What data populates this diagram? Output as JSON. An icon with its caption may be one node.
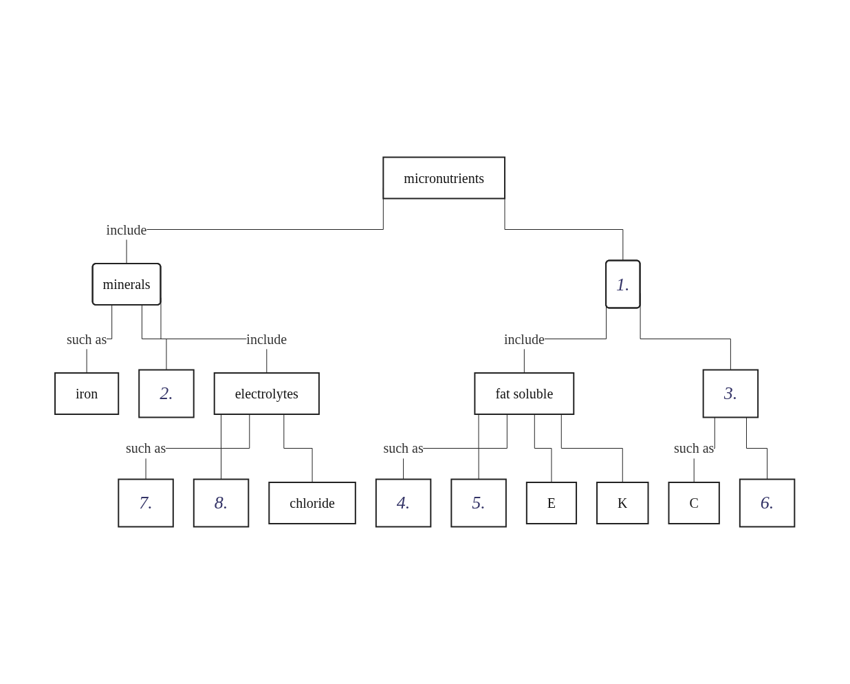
{
  "diagram": {
    "nodes": [
      {
        "text": [
          "micronutrients"
        ]
      },
      {
        "text": [
          "minerals"
        ]
      },
      {
        "text": [
          "1."
        ]
      },
      {
        "text": [
          "iron"
        ]
      },
      {
        "text": [
          "2."
        ]
      },
      {
        "text": [
          "fat soluble"
        ]
      },
      {
        "text": [
          "3."
        ]
      },
      {
        "text": [
          "electrolytes"
        ]
      },
      {
        "text": [
          "4."
        ]
      },
      {
        "text": [
          "5."
        ]
      },
      {
        "text": [
          "E"
        ]
      },
      {
        "text": [
          "K"
        ]
      },
      {
        "text": [
          "C"
        ]
      },
      {
        "text": [
          "6."
        ]
      },
      {
        "text": [
          "7."
        ]
      },
      {
        "text": [
          "8."
        ]
      },
      {
        "text": [
          "chloride"
        ]
      }
    ],
    "edges": [
      {
        "from": 0,
        "to": 1,
        "arrow": "none",
        "label": "include"
      },
      {
        "from": 0,
        "to": 2,
        "arrow": "none"
      },
      {
        "from": 1,
        "to": 3,
        "arrow": "none",
        "label": "such as"
      },
      {
        "from": 1,
        "to": 4,
        "arrow": "none"
      },
      {
        "from": 1,
        "to": 7,
        "arrow": "none",
        "label": "include"
      },
      {
        "from": 2,
        "to": 5,
        "arrow": "none",
        "label": "include"
      },
      {
        "from": 2,
        "to": 6,
        "arrow": "none"
      },
      {
        "from": 5,
        "to": 8,
        "arrow": "none",
        "label": "such as"
      },
      {
        "from": 5,
        "to": 9,
        "arrow": "none"
      },
      {
        "from": 5,
        "to": 10,
        "arrow": "none"
      },
      {
        "from": 5,
        "to": 11,
        "arrow": "none"
      },
      {
        "from": 6,
        "to": 12,
        "arrow": "none",
        "label": "such as"
      },
      {
        "from": 6,
        "to": 13,
        "arrow": "none"
      },
      {
        "from": 7,
        "to": 14,
        "arrow": "none",
        "label": "such as"
      },
      {
        "from": 7,
        "to": 15,
        "arrow": "none"
      },
      {
        "from": 7,
        "to": 16,
        "arrow": "none"
      }
    ]
  }
}
